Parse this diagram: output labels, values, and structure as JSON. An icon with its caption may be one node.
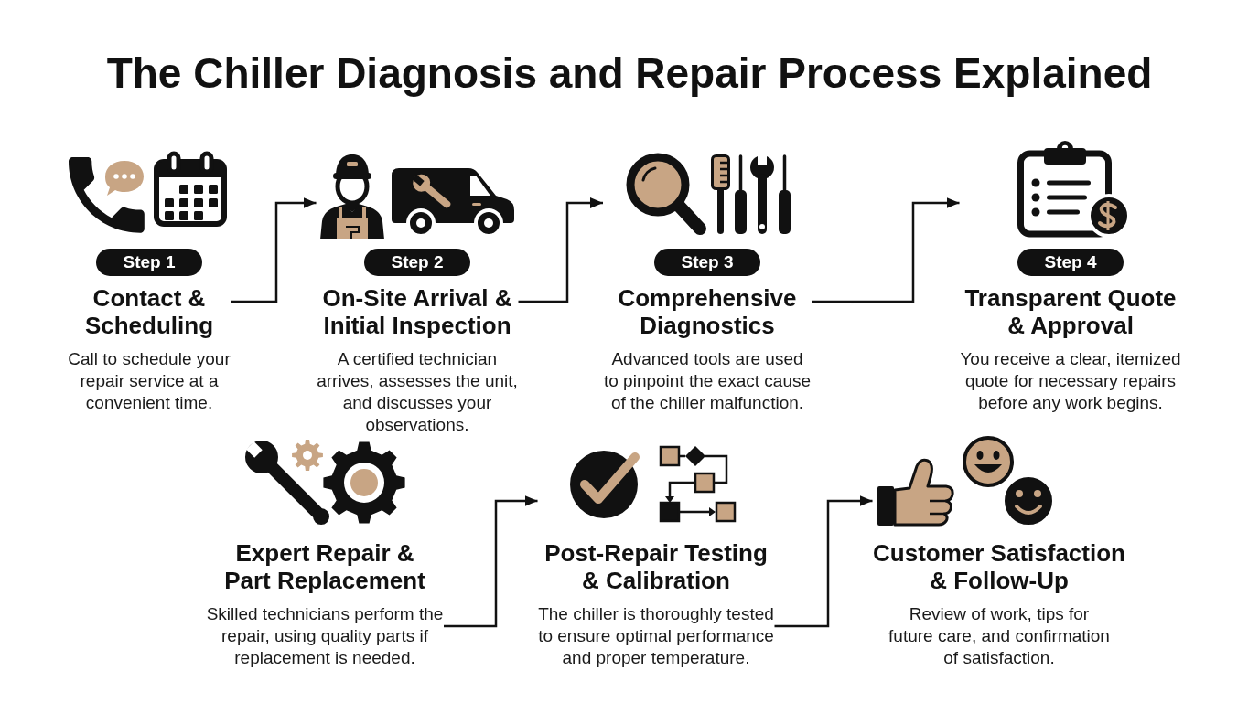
{
  "diagram": {
    "title": "The Chiller Diagnosis and Repair Process Explained",
    "nodes": [
      {
        "text": [
          "Step 1",
          "Contact & Scheduling",
          "Call to schedule your repair service at a convenient time."
        ]
      },
      {
        "text": [
          "Step 2",
          "On-Site Arrival & Initial Inspection",
          "A certified technician arrives, assesses the unit, and discusses your observations."
        ]
      },
      {
        "text": [
          "Step 3",
          "Comprehensive Diagnostics",
          "Advanced tools are used to pinpoint the exact cause of the chiller malfunction."
        ]
      },
      {
        "text": [
          "Step 4",
          "Transparent Quote & Approval",
          "You receive a clear, itemized quote for necessary repairs before any work begins."
        ]
      },
      {
        "text": [
          "Expert Repair & Part Replacement",
          "Skilled technicians perform the repair, using quality parts if replacement is needed."
        ]
      },
      {
        "text": [
          "Post-Repair Testing & Calibration",
          "The chiller is thoroughly tested to ensure optimal performance and proper temperature."
        ]
      },
      {
        "text": [
          "Customer Satisfaction & Follow-Up",
          "Review of work, tips for future care, and confirmation of satisfaction."
        ]
      }
    ],
    "edges": [
      {
        "from": 0,
        "to": 1,
        "arrow": "to"
      },
      {
        "from": 1,
        "to": 2,
        "arrow": "to"
      },
      {
        "from": 2,
        "to": 3,
        "arrow": "to"
      },
      {
        "from": 4,
        "to": 5,
        "arrow": "to"
      },
      {
        "from": 5,
        "to": 6,
        "arrow": "to"
      }
    ]
  }
}
